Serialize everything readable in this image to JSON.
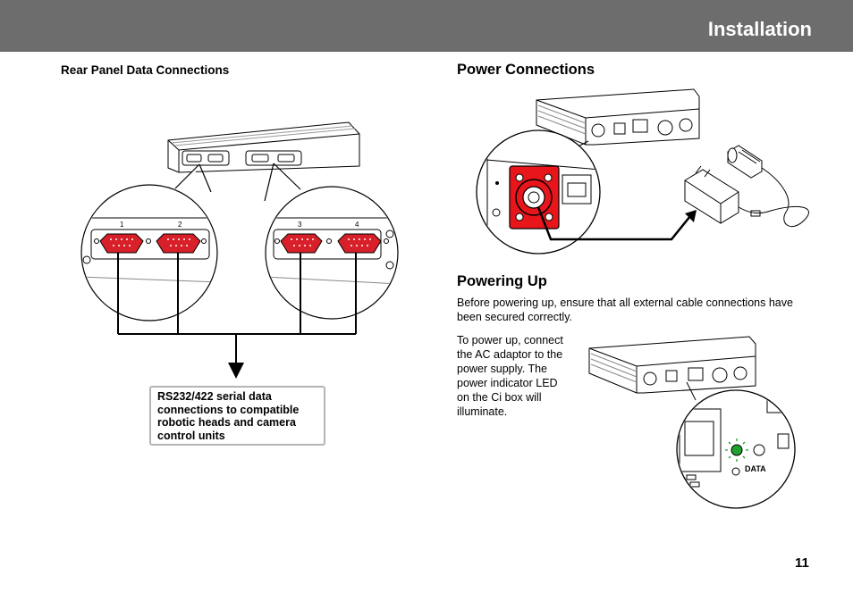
{
  "header": {
    "title": "Installation"
  },
  "rear_panel": {
    "heading": "Rear Panel Data Connections",
    "callout_lines": [
      "RS232/422 serial data",
      "connections to compatible",
      "robotic heads and camera",
      "control units"
    ],
    "port_labels": [
      "1",
      "2",
      "3",
      "4"
    ],
    "port_highlight_color": "#d8202a"
  },
  "power_connections": {
    "heading": "Power Connections",
    "connector_highlight_color": "#e8151b"
  },
  "powering_up": {
    "heading": "Powering Up",
    "intro_lines": [
      "Before powering up, ensure that all external cable connections have",
      "been secured correctly."
    ],
    "body_lines": [
      "To power up, connect",
      "the AC adaptor to the",
      "power supply. The",
      "power indicator LED",
      "on the Ci box will",
      "illuminate."
    ],
    "led_color": "#1fa12d",
    "data_label": "DATA"
  },
  "page_number": "11"
}
